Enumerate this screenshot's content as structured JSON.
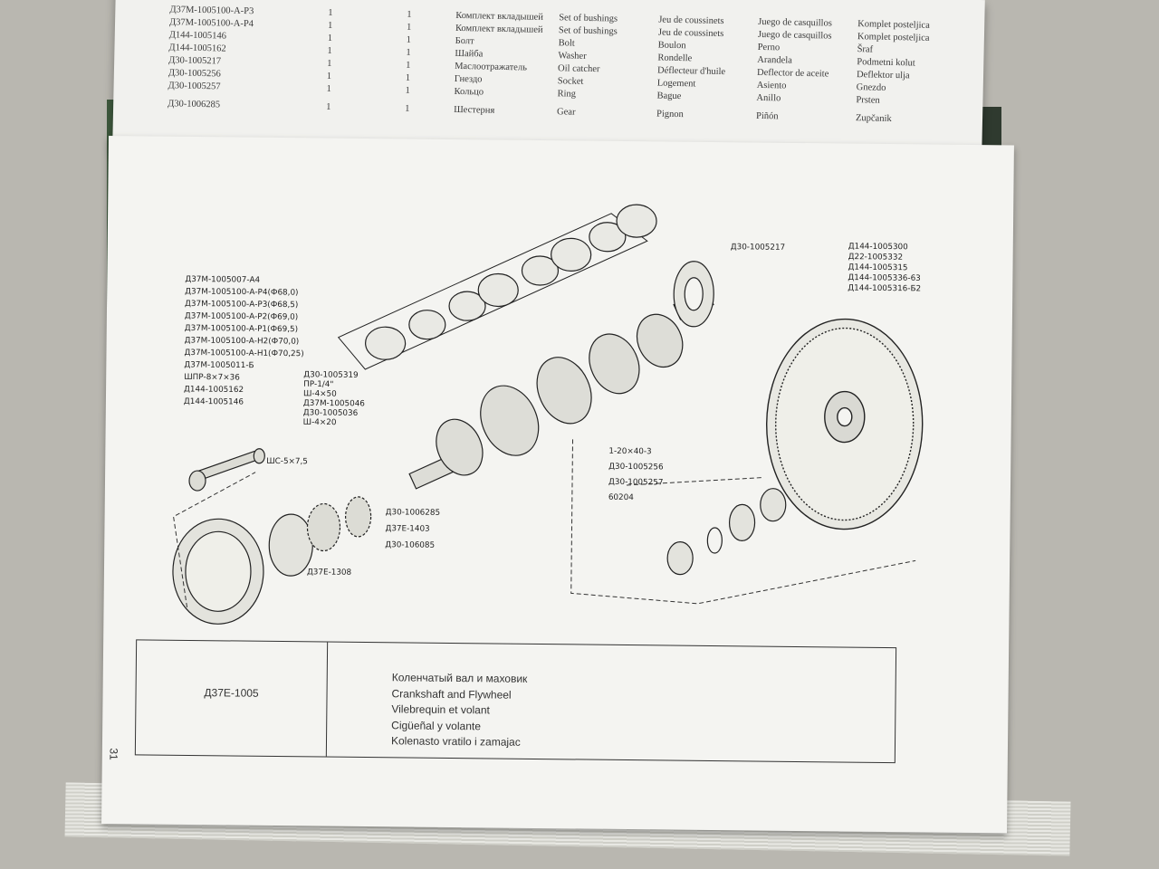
{
  "top_page": {
    "rows": [
      {
        "code": "Д37М-1005100-А-Р3",
        "q1": "1",
        "q2": "1",
        "ru": "Комплект вкладышей",
        "en": "Set of bushings",
        "fr": "Jeu de coussinets",
        "es": "Juego de casquillos",
        "sr": "Komplet posteljica"
      },
      {
        "code": "Д37М-1005100-А-Р4",
        "q1": "1",
        "q2": "1",
        "ru": "Комплект вкладышей",
        "en": "Set of bushings",
        "fr": "Jeu de coussinets",
        "es": "Juego de casquillos",
        "sr": "Komplet posteljica"
      },
      {
        "code": "Д144-1005146",
        "q1": "1",
        "q2": "1",
        "ru": "Болт",
        "en": "Bolt",
        "fr": "Boulon",
        "es": "Perno",
        "sr": "Šraf"
      },
      {
        "code": "Д144-1005162",
        "q1": "1",
        "q2": "1",
        "ru": "Шайба",
        "en": "Washer",
        "fr": "Rondelle",
        "es": "Arandela",
        "sr": "Podmetni kolut"
      },
      {
        "code": "Д30-1005217",
        "q1": "1",
        "q2": "1",
        "ru": "Маслоотражатель",
        "en": "Oil catcher",
        "fr": "Déflecteur d'huile",
        "es": "Deflector de aceite",
        "sr": "Deflektor ulja"
      },
      {
        "code": "Д30-1005256",
        "q1": "1",
        "q2": "1",
        "ru": "Гнездо",
        "en": "Socket",
        "fr": "Logement",
        "es": "Asiento",
        "sr": "Gnezdo"
      },
      {
        "code": "Д30-1005257",
        "q1": "1",
        "q2": "1",
        "ru": "Кольцо",
        "en": "Ring",
        "fr": "Bague",
        "es": "Anillo",
        "sr": "Prsten"
      },
      {
        "code": "Д30-1006285",
        "q1": "1",
        "q2": "1",
        "ru": "Шестерня",
        "en": "Gear",
        "fr": "Pignon",
        "es": "Piñón",
        "sr": "Zupčanik"
      }
    ]
  },
  "diagram": {
    "labels_left": [
      "Д37М-1005007-А4",
      "Д37М-1005100-А-Р4(Ф68,0)",
      "Д37М-1005100-А-Р3(Ф68,5)",
      "Д37М-1005100-А-Р2(Ф69,0)",
      "Д37М-1005100-А-Р1(Ф69,5)",
      "Д37М-1005100-А-Н2(Ф70,0)",
      "Д37М-1005100-А-Н1(Ф70,25)",
      "Д37М-1005011-Б",
      "ШПР-8×7×36",
      "Д144-1005162",
      "Д144-1005146"
    ],
    "labels_center": [
      "Д30-1005319",
      "ПР-1/4\"",
      "Ш-4×50",
      "Д37М-1005046",
      "Д30-1005036",
      "Ш-4×20"
    ],
    "label_shc": "ШС-5×7,5",
    "labels_gears": [
      "Д30-1006285",
      "Д37Е-1403",
      "Д30-106085"
    ],
    "label_pulley": "Д37Е-1308",
    "label_top": "Д30-1005217",
    "labels_right": [
      "Д144-1005300",
      "Д22-1005332",
      "Д144-1005315",
      "Д144-1005336-63",
      "Д144-1005316-Б2"
    ],
    "labels_bearing": [
      "1-20×40-3",
      "Д30-1005256",
      "Д30-1005257",
      "60204"
    ]
  },
  "caption": {
    "code": "Д37Е-1005",
    "lines": [
      "Коленчатый вал и маховик",
      "Crankshaft and Flywheel",
      "Vilebrequin et volant",
      "Cigüeñal y volante",
      "Kolenasto vratilo i zamajac"
    ]
  },
  "page_number": "31"
}
